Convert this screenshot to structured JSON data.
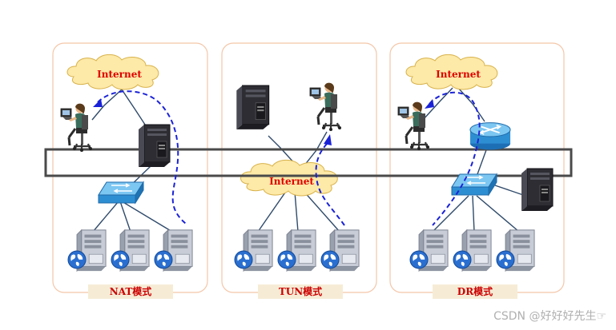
{
  "panels": [
    {
      "id": "nat",
      "mode_label": "NAT模式",
      "cloud_label": "Internet"
    },
    {
      "id": "tun",
      "mode_label": "TUN模式",
      "cloud_label": "Internet"
    },
    {
      "id": "dr",
      "mode_label": "DR模式",
      "cloud_label": "Internet"
    }
  ],
  "watermark": "CSDN @好好好先生☞",
  "colors": {
    "panel_border": "#f4c6a8",
    "label_bg": "#f6ecd6",
    "cloud_fill": "#fde9a8",
    "cloud_stroke": "#d8b24a",
    "dashed_flow": "#1a22d8",
    "band_stroke": "#4a4a4a",
    "switch_blue": "#3b9edc"
  }
}
